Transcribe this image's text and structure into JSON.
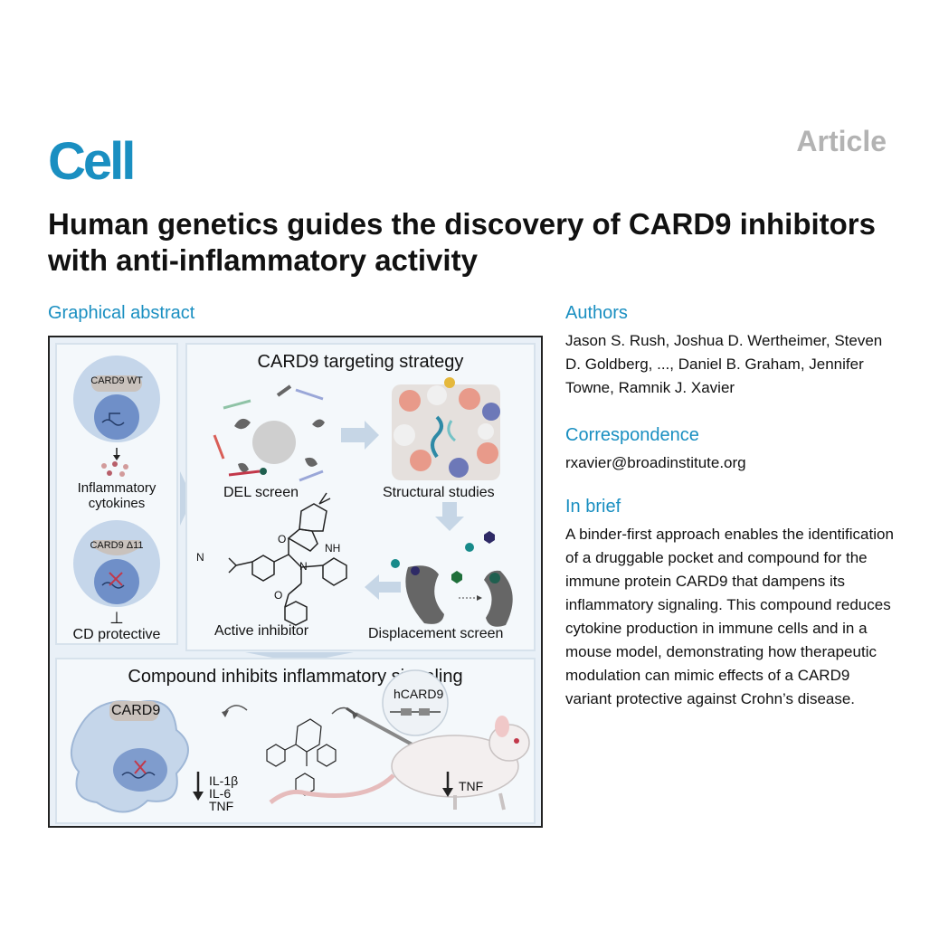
{
  "header": {
    "journal": "Cell",
    "article_type": "Article",
    "title": "Human genetics guides the discovery of CARD9 inhibitors with anti-inflammatory activity"
  },
  "graphical_abstract": {
    "heading": "Graphical abstract",
    "left_panel": {
      "wt_label": "CARD9 WT",
      "cytokines_label": "Inflammatory cytokines",
      "delta_label": "CARD9 Δ11",
      "protective_label": "CD protective",
      "protective_symbol": "⊥"
    },
    "strategy_panel": {
      "title": "CARD9 targeting strategy",
      "del_screen": "DEL screen",
      "structural": "Structural studies",
      "active_inhibitor": "Active inhibitor",
      "displacement": "Displacement screen",
      "chem_nh": "NH",
      "chem_n": "N",
      "chem_o1": "O",
      "chem_o2": "O",
      "chem_nme": "N"
    },
    "bottom_panel": {
      "title": "Compound inhibits inflammatory signaling",
      "cell_label": "CARD9",
      "cytokine_1": "IL-1β",
      "cytokine_2": "IL-6",
      "cytokine_3": "TNF",
      "hcard_label": "hCARD9",
      "mouse_tnf": "TNF"
    }
  },
  "authors": {
    "heading": "Authors",
    "text": "Jason S. Rush, Joshua D. Wertheimer, Steven D. Goldberg, ..., Daniel B. Graham, Jennifer Towne, Ramnik J. Xavier"
  },
  "correspondence": {
    "heading": "Correspondence",
    "email": "rxavier@broadinstitute.org"
  },
  "in_brief": {
    "heading": "In brief",
    "text": "A binder-first approach enables the identification of a druggable pocket and compound for the immune protein CARD9 that dampens its inflammatory signaling. This compound reduces cytokine production in immune cells and in a mouse model, demonstrating how therapeutic modulation can mimic effects of a CARD9 variant protective against Crohn’s disease."
  },
  "colors": {
    "brand": "#1a8fc1",
    "article": "#b3b3b3",
    "panel_bg": "#e9f0f7"
  }
}
